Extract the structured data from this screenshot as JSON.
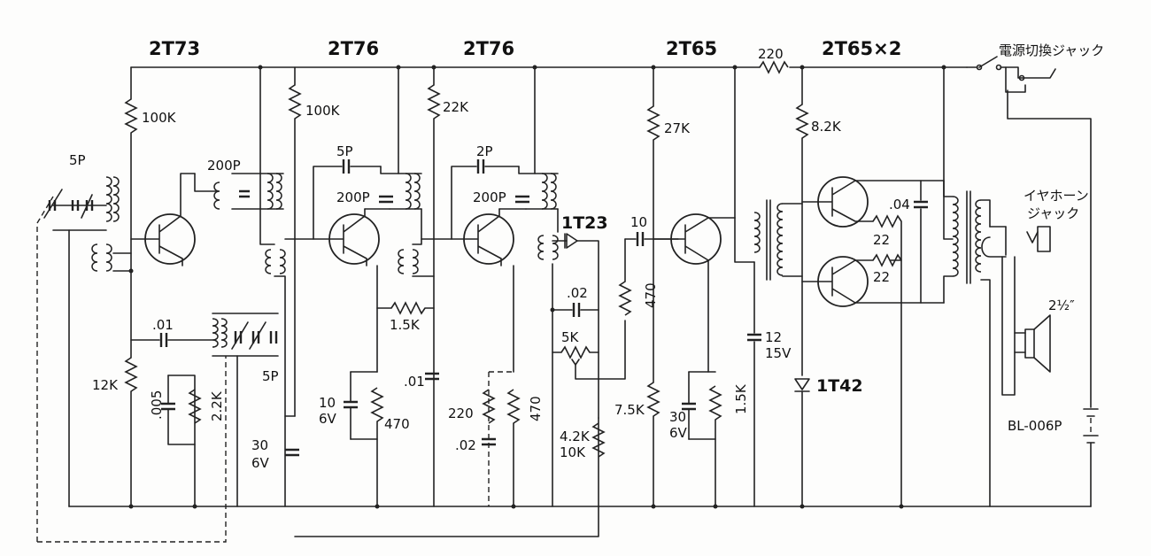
{
  "headers": {
    "t1": "2T73",
    "t2": "2T76",
    "t3": "2T76",
    "t4": "2T65",
    "t5": "2T65×2"
  },
  "labels": {
    "power_jack": "電源切換ジャック",
    "earphone_jack_l1": "イヤホーン",
    "earphone_jack_l2": "ジャック",
    "battery": "BL-006P",
    "speaker_size": "2½″",
    "diode_det": "1T23",
    "diode_bias": "1T42"
  },
  "components": {
    "r_100k_a": "100K",
    "r_100k_b": "100K",
    "r_22k": "22K",
    "r_27k": "27K",
    "r_8_2k": "8.2K",
    "r_220_top": "220",
    "r_12k": "12K",
    "r_2_2k": "2.2K",
    "r_1_5k_a": "1.5K",
    "r_470_a": "470",
    "r_470_b": "470",
    "r_470_c": "470",
    "r_220_mid": "220",
    "r_5k": "5K",
    "r_4_2k": "4.2K",
    "r_10k": "10K",
    "r_7_5k": "7.5K",
    "r_1_5k_b": "1.5K",
    "r_22_a": "22",
    "r_22_b": "22",
    "c_5p_a": "5P",
    "c_5p_b": "5P",
    "c_5p_c": "5P",
    "c_200p_a": "200P",
    "c_200p_b": "200P",
    "c_200p_c": "200P",
    "c_2p": "2P",
    "c_01_a": ".01",
    "c_01_b": ".01",
    "c_005": ".005",
    "c_02_a": ".02",
    "c_02_b": ".02",
    "c_04": ".04",
    "c_10_a": "10",
    "c_6v_a": "6V",
    "c_10_b": "10",
    "c_30_a": "30",
    "c_6v_b": "6V",
    "c_30_b": "30",
    "c_6v_c": "6V",
    "c_12": "12",
    "c_15v": "15V"
  }
}
